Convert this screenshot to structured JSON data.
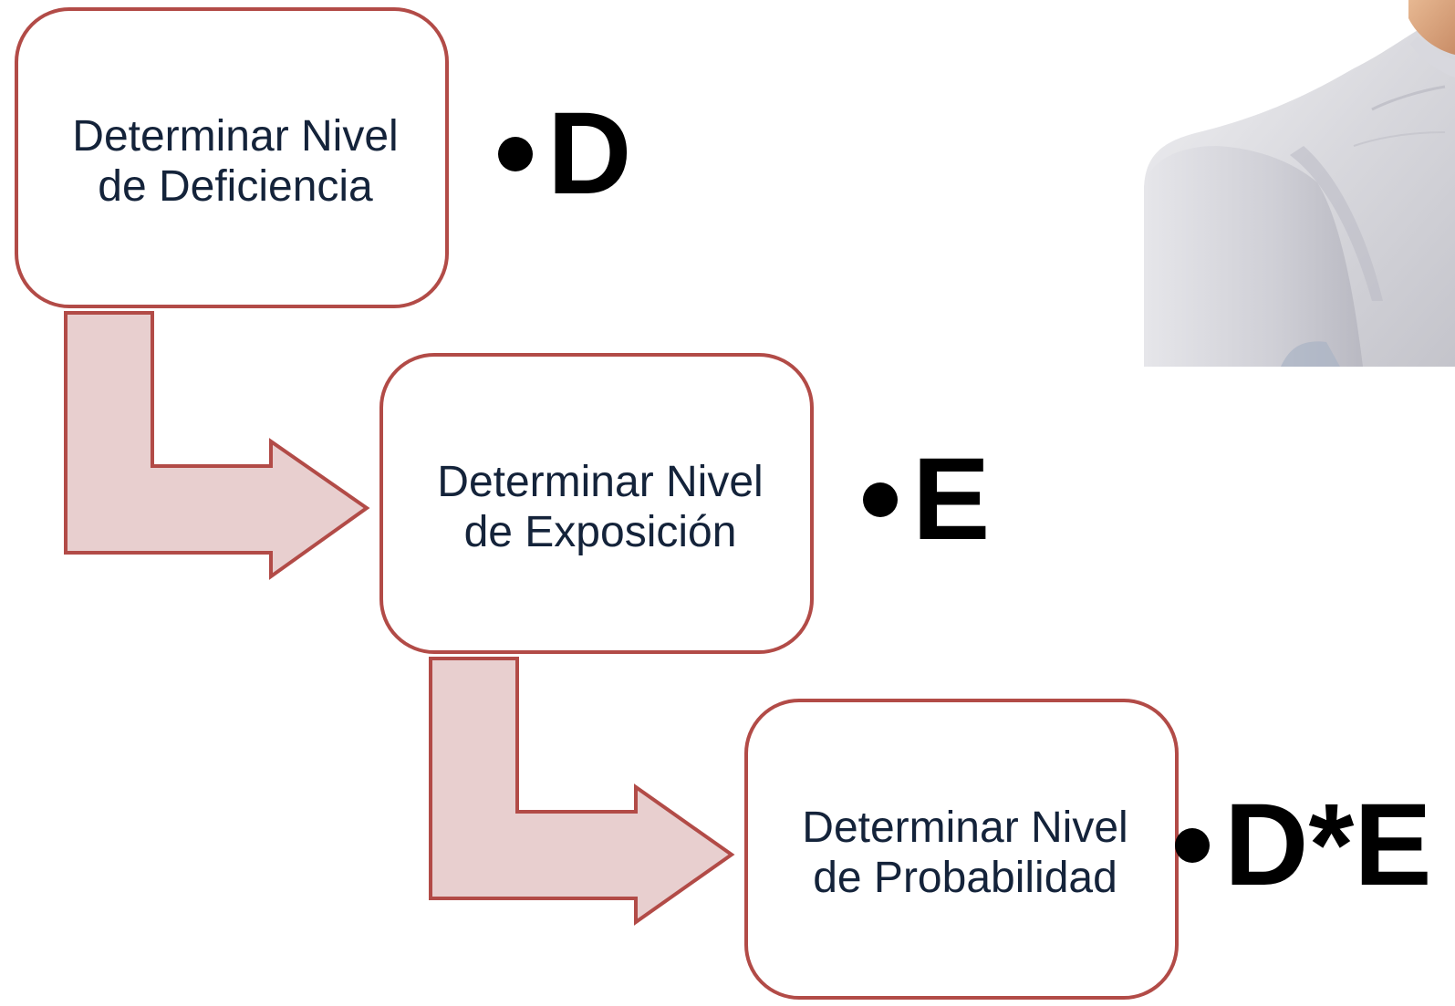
{
  "steps": [
    {
      "label_line1": "Determinar Nivel",
      "label_line2": "de Deficiencia",
      "symbol": "D"
    },
    {
      "label_line1": "Determinar Nivel",
      "label_line2": "de Exposición",
      "symbol": "E"
    },
    {
      "label_line1": "Determinar Nivel",
      "label_line2": "de Probabilidad",
      "symbol": "D*E"
    }
  ],
  "colors": {
    "box_border": "#B24B47",
    "arrow_fill": "#E8CFCF",
    "arrow_stroke": "#B24B47",
    "label_text": "#14233A",
    "symbol_text": "#000000"
  },
  "photo": {
    "icon": "person-shoulder-photo"
  }
}
